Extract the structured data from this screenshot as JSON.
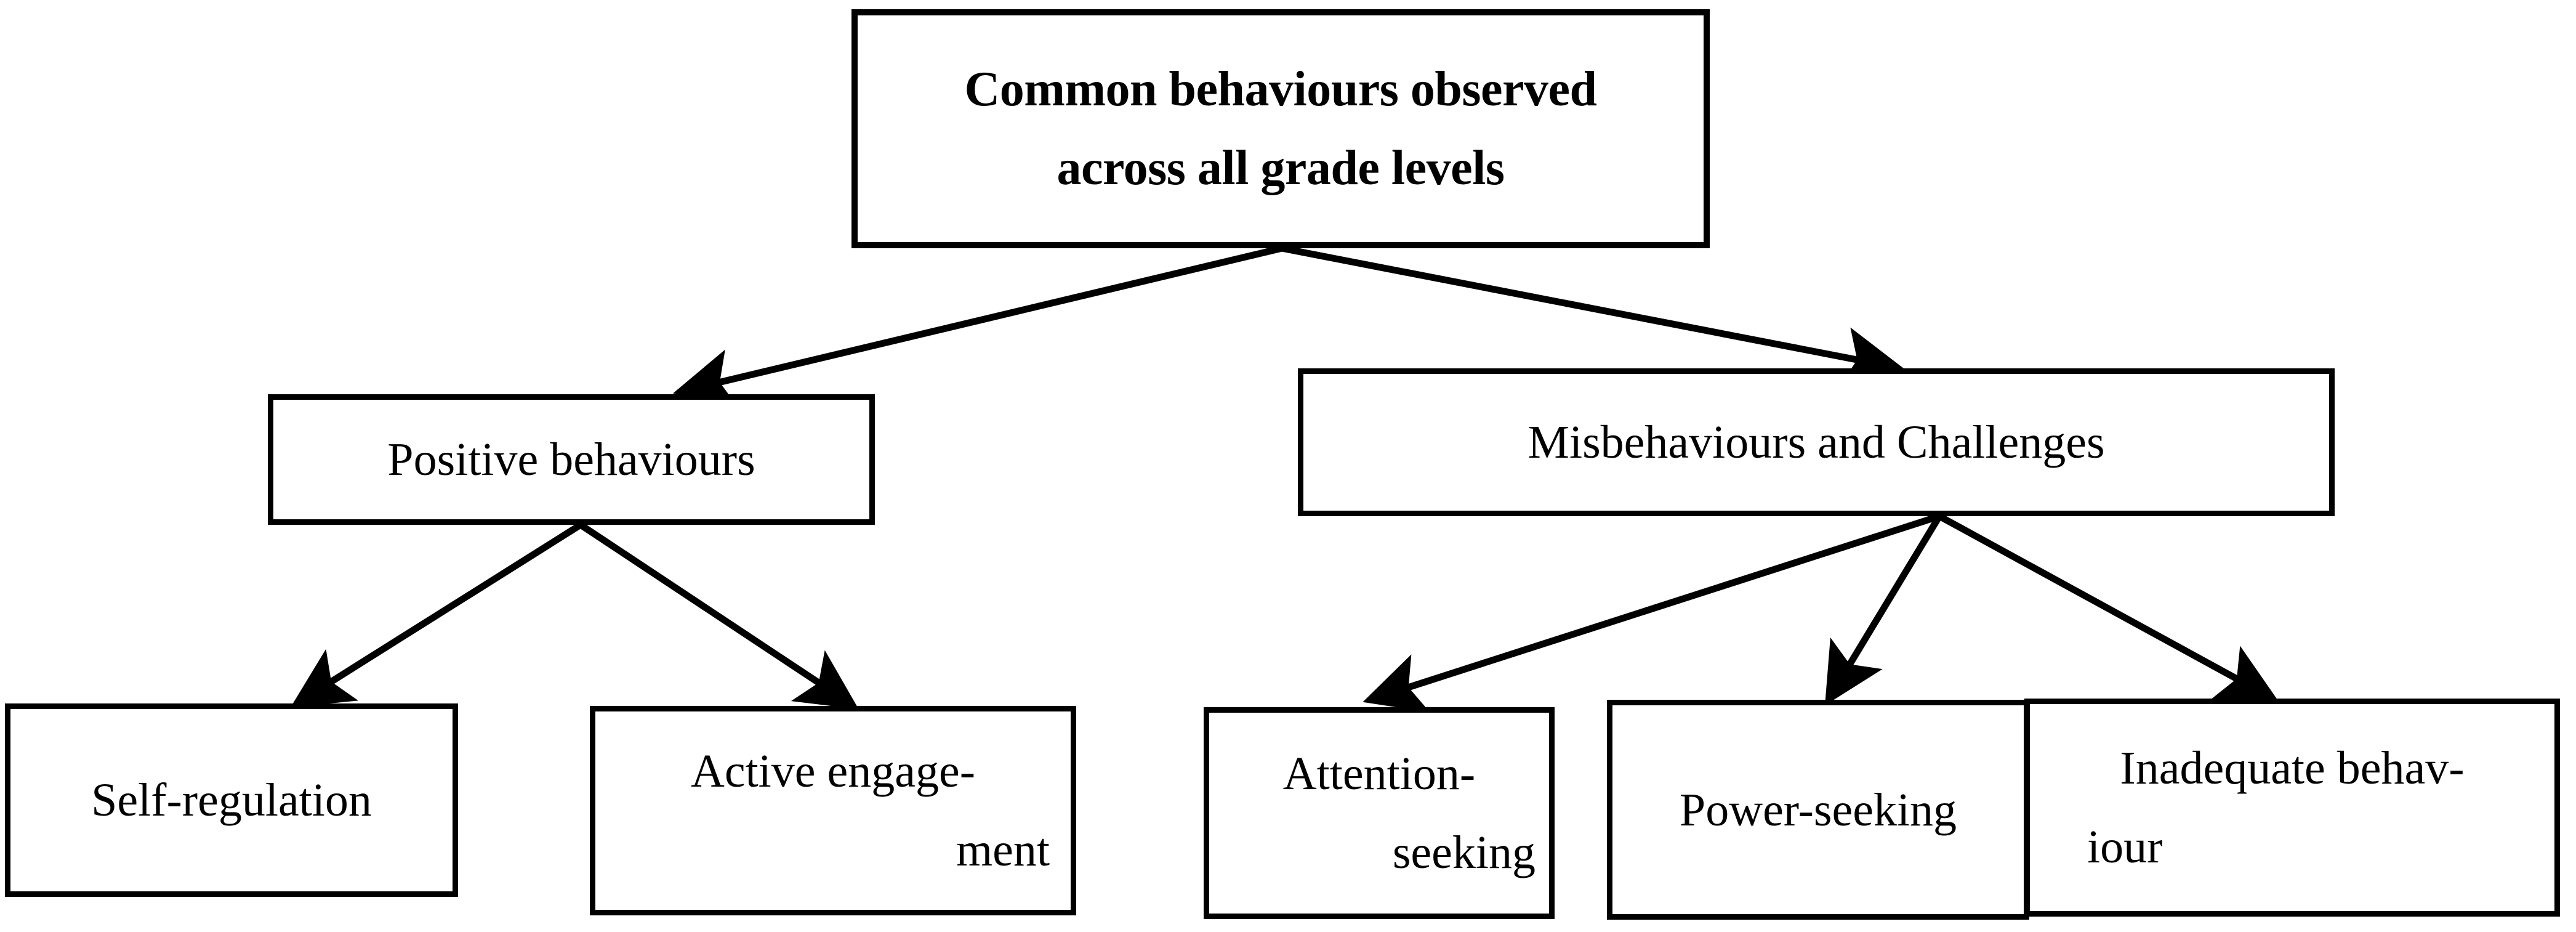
{
  "diagram": {
    "title": "Common behaviours observed across all grade levels",
    "background_color": "#ffffff",
    "stroke_color": "#000000",
    "nodes": {
      "root": {
        "id": "root",
        "line1": "Common behaviours observed",
        "line2": "across all grade levels",
        "bold": true
      },
      "positive": {
        "id": "positive-behaviours",
        "line1": "Positive behaviours"
      },
      "misbehaviours": {
        "id": "misbehaviours-and-challenges",
        "line1": "Misbehaviours and Challenges"
      },
      "self_regulation": {
        "id": "self-regulation",
        "line1": "Self-regulation"
      },
      "active_engagement": {
        "id": "active-engagement",
        "line1": "Active engage-",
        "line2": "ment"
      },
      "attention_seeking": {
        "id": "attention-seeking",
        "line1": "Attention-",
        "line2": "seeking"
      },
      "power_seeking": {
        "id": "power-seeking",
        "line1": "Power-seeking"
      },
      "inadequate": {
        "id": "inadequate-behaviour",
        "line1": "Inadequate behav-",
        "line2": "iour"
      }
    },
    "edges": [
      {
        "from": "root",
        "to": "positive"
      },
      {
        "from": "root",
        "to": "misbehaviours"
      },
      {
        "from": "positive",
        "to": "self_regulation"
      },
      {
        "from": "positive",
        "to": "active_engagement"
      },
      {
        "from": "misbehaviours",
        "to": "attention_seeking"
      },
      {
        "from": "misbehaviours",
        "to": "power_seeking"
      },
      {
        "from": "misbehaviours",
        "to": "inadequate"
      }
    ]
  }
}
